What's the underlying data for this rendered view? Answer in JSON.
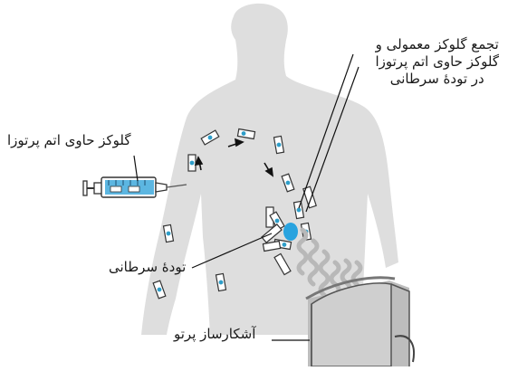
{
  "labels": {
    "accumulation": {
      "line1": "تجمع گلوکز معمولی و",
      "line2": "گلوکز حاوی اتم پرتوزا",
      "line3": "در تودهٔ سرطانی"
    },
    "radioactive_glucose": "گلوکز حاوی اتم پرتوزا",
    "tumor": "تودهٔ سرطانی",
    "detector": "آشکارساز پرتو"
  },
  "colors": {
    "body": "#dedede",
    "tumor": "#29a3df",
    "marker": "#2e9ec9",
    "detector_front": "#cfcfcf",
    "wave": "#b8b8b8"
  }
}
